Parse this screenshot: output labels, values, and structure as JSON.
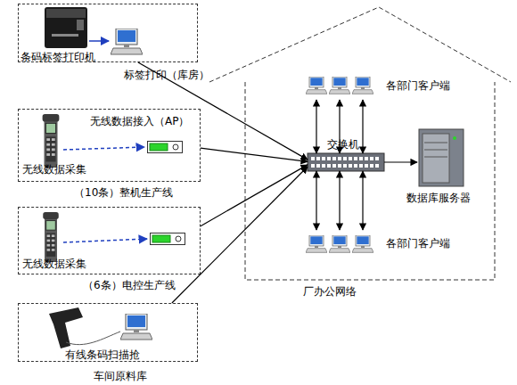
{
  "diagram": {
    "nodes": [
      {
        "text": [
          "条码标签打印机",
          "标签打印（库房）"
        ]
      },
      {
        "text": [
          "无线数据接入（AP）",
          "无线数据采集",
          "（10条）整机生产线"
        ]
      },
      {
        "text": [
          "无线数据采集",
          "（6条）电控生产线"
        ]
      },
      {
        "text": [
          "有线条码扫描抢",
          "车间原料库"
        ]
      },
      {
        "text": [
          "厂办公网络"
        ]
      },
      {
        "text": [
          "各部门客户端"
        ],
        "in": 4
      },
      {
        "text": [
          "交换机"
        ],
        "in": 4
      },
      {
        "text": [
          "数据库服务器"
        ],
        "in": 4
      },
      {
        "text": [
          "各部门客户端"
        ],
        "in": 4
      }
    ],
    "edges": [
      {
        "from": 0,
        "to": 6,
        "arrow": "to"
      },
      {
        "from": 1,
        "to": 6,
        "arrow": "to"
      },
      {
        "from": 2,
        "to": 6,
        "arrow": "to"
      },
      {
        "from": 3,
        "to": 6,
        "arrow": "to"
      },
      {
        "from": 6,
        "to": 7,
        "arrow": "to"
      },
      {
        "from": 6,
        "to": 5,
        "arrow": "both"
      },
      {
        "from": 6,
        "to": 5,
        "arrow": "both"
      },
      {
        "from": 6,
        "to": 5,
        "arrow": "both"
      },
      {
        "from": 6,
        "to": 8,
        "arrow": "both"
      },
      {
        "from": 6,
        "to": 8,
        "arrow": "both"
      },
      {
        "from": 6,
        "to": 8,
        "arrow": "both"
      }
    ]
  }
}
